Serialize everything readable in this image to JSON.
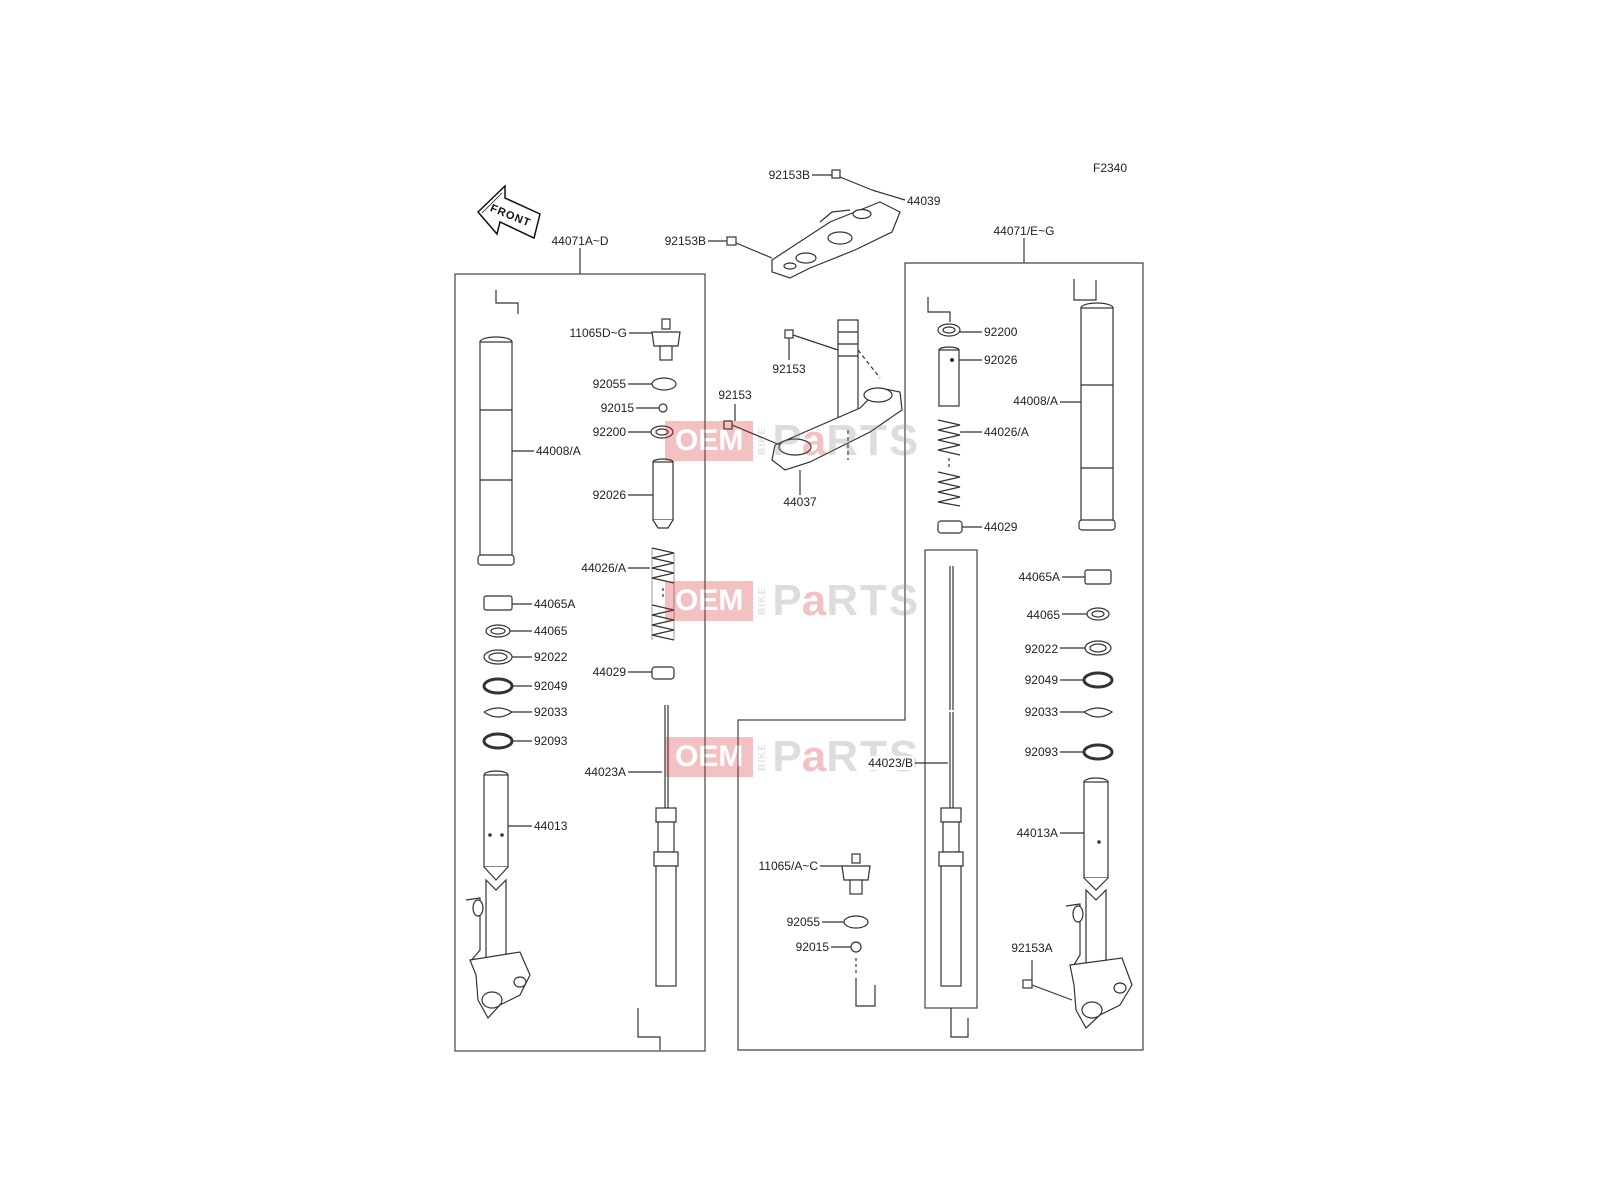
{
  "diagram": {
    "code": "F2340",
    "front_label": "FRONT",
    "left_group": "44071A~D",
    "right_group": "44071/E~G",
    "labels": {
      "p92153B_top": "92153B",
      "p44039": "44039",
      "p92153B_mid": "92153B",
      "p92153_a": "92153",
      "p92153_b": "92153",
      "p44037": "44037",
      "L_11065": "11065D~G",
      "L_92055": "92055",
      "L_92015": "92015",
      "L_92200": "92200",
      "L_44008": "44008/A",
      "L_92026": "92026",
      "L_44026": "44026/A",
      "L_44065A": "44065A",
      "L_44065": "44065",
      "L_92022": "92022",
      "L_92049": "92049",
      "L_92033": "92033",
      "L_92093": "92093",
      "L_44029": "44029",
      "L_44023": "44023A",
      "L_44013": "44013",
      "R_92200": "92200",
      "R_92026": "92026",
      "R_44008": "44008/A",
      "R_44026": "44026/A",
      "R_44029": "44029",
      "R_44065A": "44065A",
      "R_44065": "44065",
      "R_92022": "92022",
      "R_92049": "92049",
      "R_92033": "92033",
      "R_92093": "92093",
      "R_44023": "44023/B",
      "R_44013": "44013A",
      "R_11065": "11065/A~C",
      "R_92055": "92055",
      "R_92015": "92015",
      "R_92153A": "92153A"
    }
  },
  "watermark": {
    "oem": "OEM",
    "bike": "BIKE",
    "p": "P",
    "a": "a",
    "rts": "RTS",
    "color": "#d9252c"
  }
}
